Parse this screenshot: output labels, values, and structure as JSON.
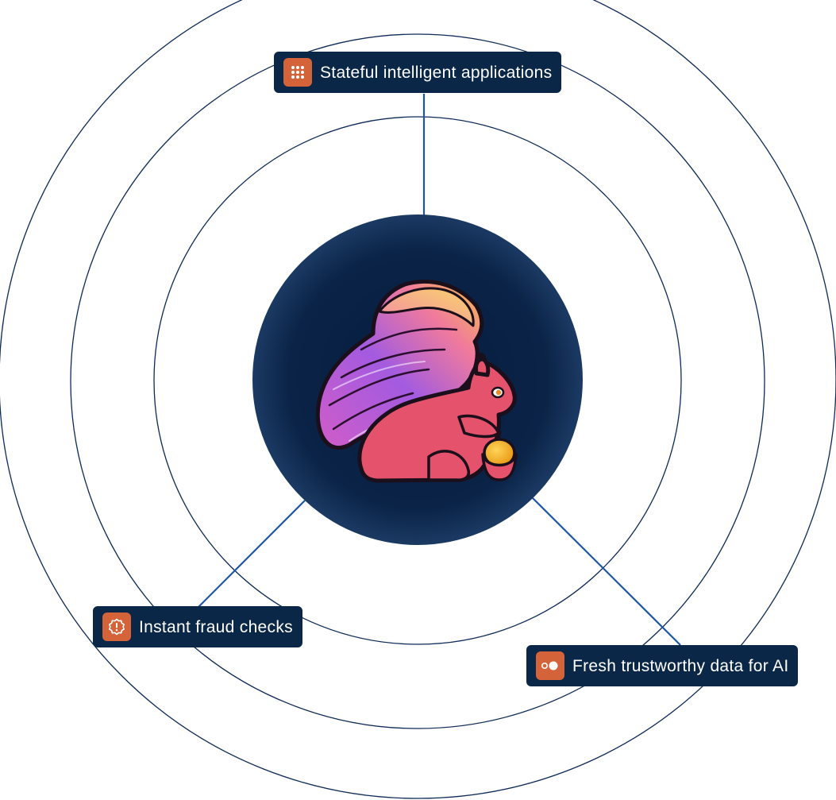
{
  "labels": {
    "top": {
      "text": "Stateful intelligent applications",
      "icon": "grid-dots-icon"
    },
    "left": {
      "text": "Instant fraud checks",
      "icon": "alert-badge-icon"
    },
    "right": {
      "text": "Fresh trustworthy data for AI",
      "icon": "toggle-dots-icon"
    }
  },
  "center": {
    "logo": "squirrel-logo"
  },
  "colors": {
    "ring": "#0e2a56",
    "connector": "#1d56a4",
    "label_bg": "#0b2748",
    "icon_bg": "#d4633a",
    "hub_bg": "#0a2347",
    "squirrel_body": "#e5526c"
  }
}
